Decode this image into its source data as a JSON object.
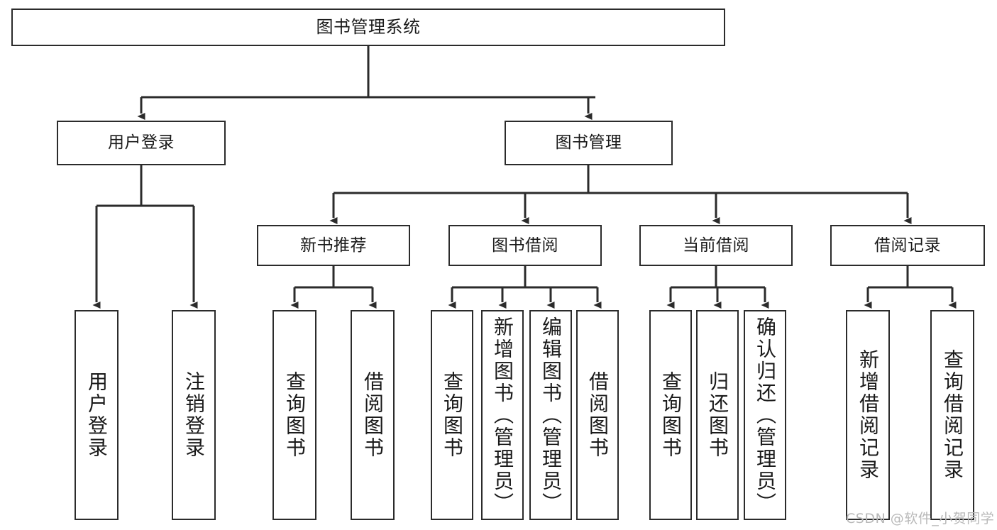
{
  "diagram": {
    "type": "tree-hierarchy",
    "title": "图书管理系统",
    "root": {
      "label": "图书管理系统"
    },
    "level2": [
      {
        "label": "用户登录"
      },
      {
        "label": "图书管理"
      }
    ],
    "level3": [
      {
        "label": "新书推荐"
      },
      {
        "label": "图书借阅"
      },
      {
        "label": "当前借阅"
      },
      {
        "label": "借阅记录"
      }
    ],
    "leaves": {
      "user_login": [
        {
          "label": "用户登录"
        },
        {
          "label": "注销登录"
        }
      ],
      "new_book_recommend": [
        {
          "label": "查询图书"
        },
        {
          "label": "借阅图书"
        }
      ],
      "book_borrow": [
        {
          "label": "查询图书"
        },
        {
          "label": "新增图书（管理员）"
        },
        {
          "label": "编辑图书（管理员）"
        },
        {
          "label": "借阅图书"
        }
      ],
      "current_borrow": [
        {
          "label": "查询图书"
        },
        {
          "label": "归还图书"
        },
        {
          "label": "确认归还（管理员）"
        }
      ],
      "borrow_record": [
        {
          "label": "新增借阅记录"
        },
        {
          "label": "查询借阅记录"
        }
      ]
    }
  },
  "watermark": {
    "text": "CSDN @软件_小贺同学"
  },
  "colors": {
    "stroke": "#2b2b2b",
    "box_fill": "#ffffff",
    "text": "#1a1a1a",
    "watermark": "#b9b9b9"
  }
}
